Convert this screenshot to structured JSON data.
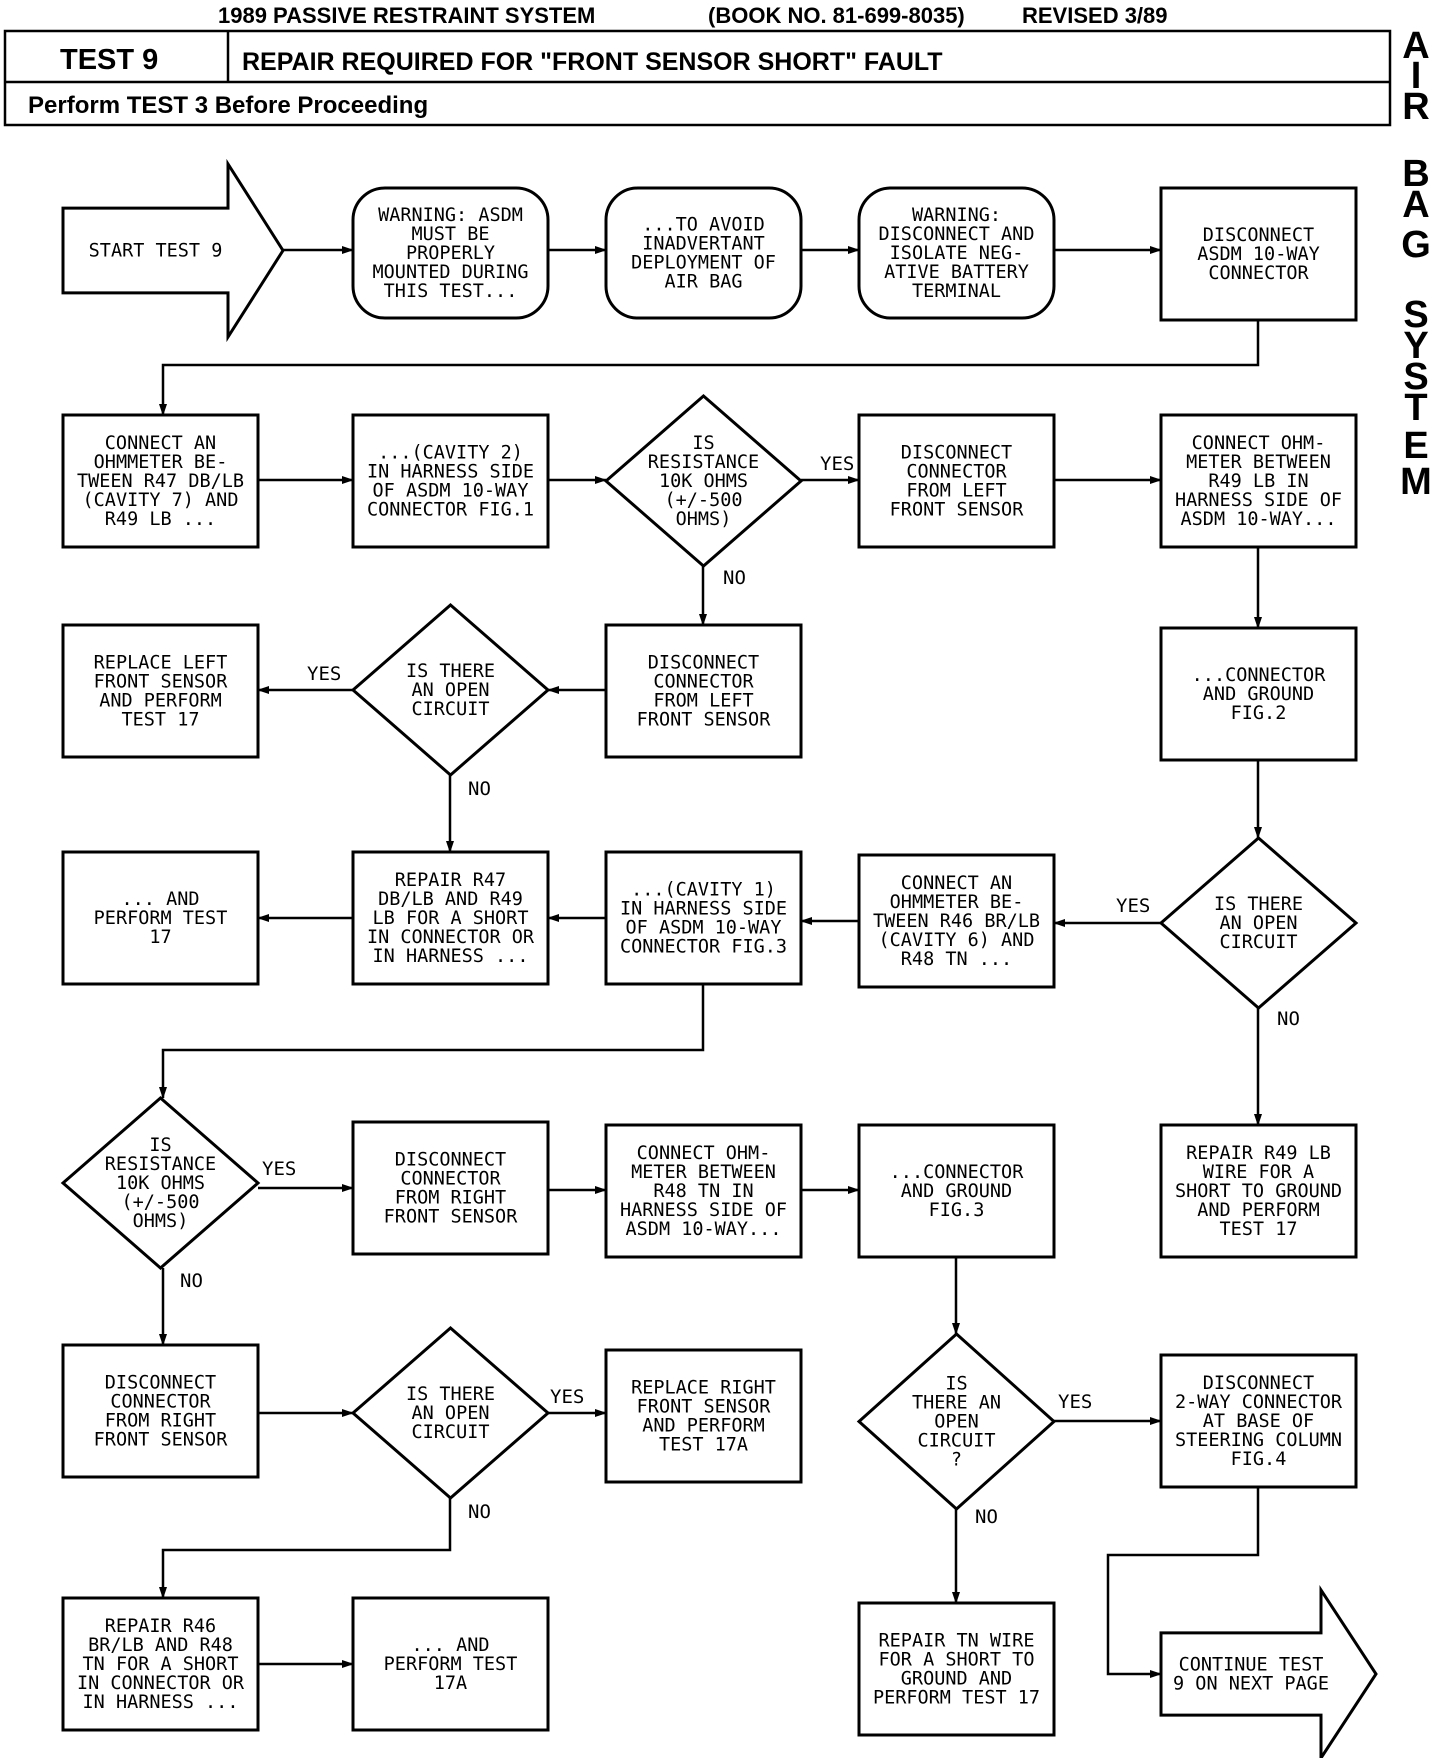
{
  "header": {
    "title": "1989 PASSIVE RESTRAINT SYSTEM",
    "book": "(BOOK NO. 81-699-8035)",
    "revised": "REVISED 3/89",
    "test_label": "TEST 9",
    "test_title": "REPAIR REQUIRED FOR \"FRONT SENSOR SHORT\" FAULT",
    "prereq": "Perform TEST 3 Before Proceeding"
  },
  "side_title": [
    "A",
    "I",
    "R",
    "",
    "B",
    "A",
    "G",
    "",
    "S",
    "Y",
    "S",
    "T",
    "E",
    "M"
  ],
  "nodes": {
    "start": [
      "START TEST 9"
    ],
    "warn1": [
      "WARNING: ASDM",
      "MUST BE",
      "PROPERLY",
      "MOUNTED DURING",
      "THIS TEST..."
    ],
    "avoid": [
      "...TO AVOID",
      "INADVERTANT",
      "DEPLOYMENT OF",
      "AIR BAG"
    ],
    "warn2": [
      "WARNING:",
      "DISCONNECT AND",
      "ISOLATE NEG-",
      "ATIVE BATTERY",
      "TERMINAL"
    ],
    "disc10": [
      "DISCONNECT",
      "ASDM 10-WAY",
      "CONNECTOR"
    ],
    "ohm1": [
      "CONNECT AN",
      "OHMMETER BE-",
      "TWEEN R47 DB/LB",
      "(CAVITY 7) AND",
      "R49 LB ..."
    ],
    "cav2": [
      "...(CAVITY 2)",
      "IN HARNESS SIDE",
      "OF ASDM 10-WAY",
      "CONNECTOR FIG.1"
    ],
    "res1": [
      "IS",
      "RESISTANCE",
      "10K OHMS",
      "(+/-500",
      "OHMS)"
    ],
    "discLF1": [
      "DISCONNECT",
      "CONNECTOR",
      "FROM LEFT",
      "FRONT SENSOR"
    ],
    "ohmR49": [
      "CONNECT OHM-",
      "METER BETWEEN",
      "R49 LB IN",
      "HARNESS SIDE OF",
      "ASDM 10-WAY..."
    ],
    "replLF": [
      "REPLACE LEFT",
      "FRONT SENSOR",
      "AND PERFORM",
      "TEST 17"
    ],
    "open1": [
      "IS THERE",
      "AN OPEN",
      "CIRCUIT"
    ],
    "discLF2": [
      "DISCONNECT",
      "CONNECTOR",
      "FROM LEFT",
      "FRONT SENSOR"
    ],
    "gnd2": [
      "...CONNECTOR",
      "AND GROUND",
      "FIG.2"
    ],
    "perf17": [
      "... AND",
      "PERFORM TEST",
      "17"
    ],
    "repR47": [
      "REPAIR R47",
      "DB/LB AND R49",
      "LB FOR A SHORT",
      "IN CONNECTOR OR",
      "IN HARNESS ..."
    ],
    "cav1": [
      "...(CAVITY 1)",
      "IN HARNESS SIDE",
      "OF ASDM 10-WAY",
      "CONNECTOR FIG.3"
    ],
    "ohm2": [
      "CONNECT AN",
      "OHMMETER BE-",
      "TWEEN R46 BR/LB",
      "(CAVITY 6) AND",
      "R48 TN ..."
    ],
    "open2": [
      "IS THERE",
      "AN OPEN",
      "CIRCUIT"
    ],
    "res2": [
      "IS",
      "RESISTANCE",
      "10K OHMS",
      "(+/-500",
      "OHMS)"
    ],
    "discRF1": [
      "DISCONNECT",
      "CONNECTOR",
      "FROM RIGHT",
      "FRONT SENSOR"
    ],
    "ohmR48": [
      "CONNECT OHM-",
      "METER BETWEEN",
      "R48 TN IN",
      "HARNESS SIDE OF",
      "ASDM 10-WAY..."
    ],
    "gnd3": [
      "...CONNECTOR",
      "AND GROUND",
      "FIG.3"
    ],
    "repR49": [
      "REPAIR R49 LB",
      "WIRE FOR A",
      "SHORT TO GROUND",
      "AND PERFORM",
      "TEST 17"
    ],
    "discRF2": [
      "DISCONNECT",
      "CONNECTOR",
      "FROM RIGHT",
      "FRONT SENSOR"
    ],
    "open3": [
      "IS THERE",
      "AN OPEN",
      "CIRCUIT"
    ],
    "replRF": [
      "REPLACE RIGHT",
      "FRONT SENSOR",
      "AND PERFORM",
      "TEST 17A"
    ],
    "open4": [
      "IS",
      "THERE AN",
      "OPEN",
      "CIRCUIT",
      "?"
    ],
    "disc2way": [
      "DISCONNECT",
      "2-WAY CONNECTOR",
      "AT BASE OF",
      "STEERING COLUMN",
      "FIG.4"
    ],
    "repR46": [
      "REPAIR R46",
      "BR/LB AND R48",
      "TN FOR A SHORT",
      "IN CONNECTOR OR",
      "IN HARNESS ..."
    ],
    "perf17A": [
      "... AND",
      "PERFORM TEST",
      "17A"
    ],
    "repTN": [
      "REPAIR TN WIRE",
      "FOR A SHORT TO",
      "GROUND AND",
      "PERFORM TEST 17"
    ],
    "cont": [
      "CONTINUE TEST",
      "9 ON NEXT PAGE"
    ]
  },
  "branch_labels": {
    "yes": "YES",
    "no": "NO"
  }
}
